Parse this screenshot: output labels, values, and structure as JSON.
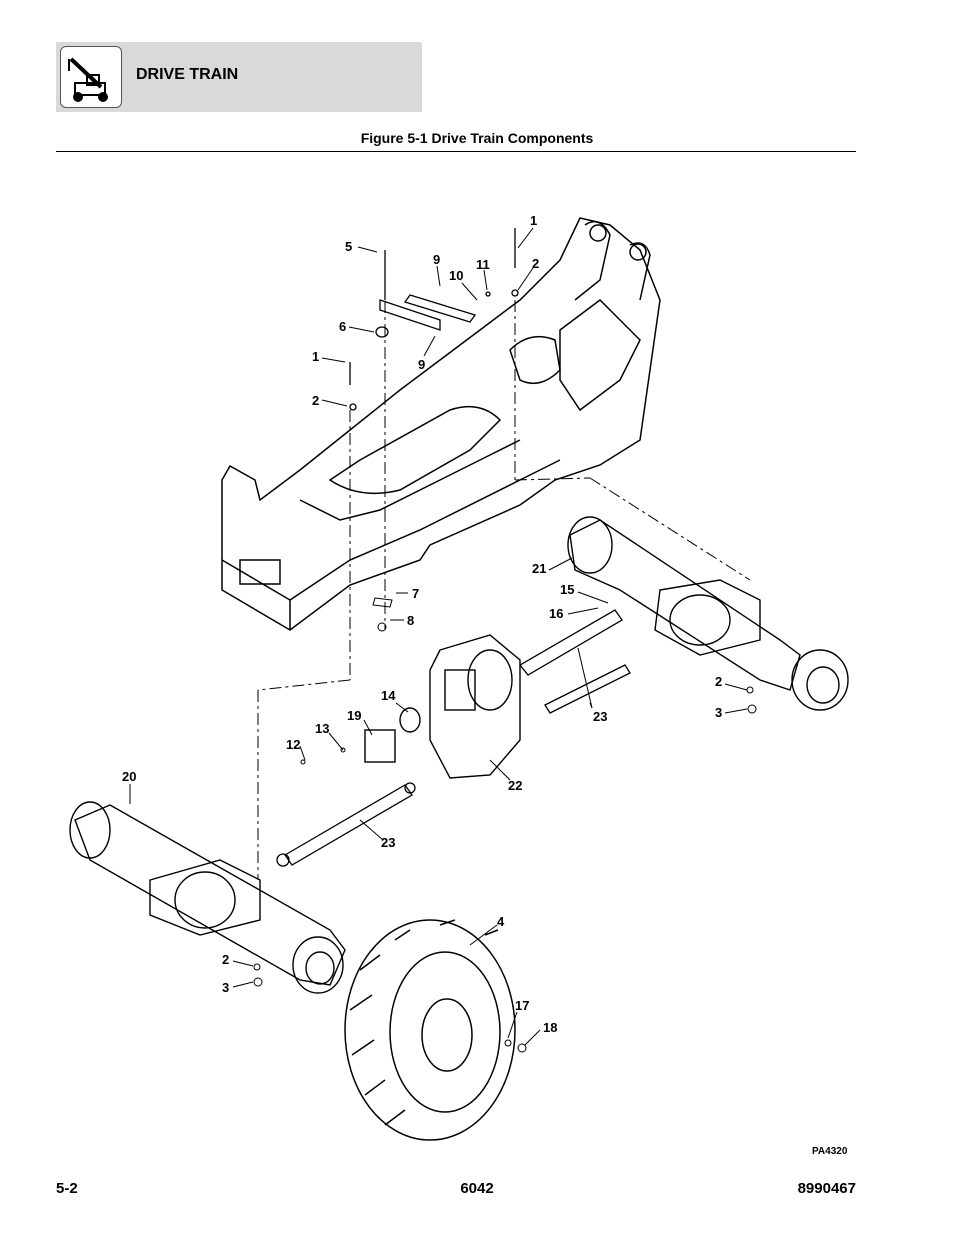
{
  "header": {
    "section_title": "DRIVE TRAIN",
    "icon": "telehandler-icon"
  },
  "figure": {
    "title": "Figure 5-1 Drive Train Components",
    "code": "PA4320"
  },
  "callouts": {
    "c1a": "1",
    "c2a": "2",
    "c5": "5",
    "c9a": "9",
    "c10": "10",
    "c11": "11",
    "c6": "6",
    "c9b": "9",
    "c1b": "1",
    "c2b": "2",
    "c21": "21",
    "c15": "15",
    "c16": "16",
    "c7": "7",
    "c8": "8",
    "c14": "14",
    "c19": "19",
    "c13": "13",
    "c12": "12",
    "c2c": "2",
    "c3a": "3",
    "c23a": "23",
    "c22": "22",
    "c20": "20",
    "c23b": "23",
    "c4": "4",
    "c2d": "2",
    "c3b": "3",
    "c17": "17",
    "c18": "18"
  },
  "footer": {
    "page": "5-2",
    "model": "6042",
    "part_number": "8990467"
  }
}
